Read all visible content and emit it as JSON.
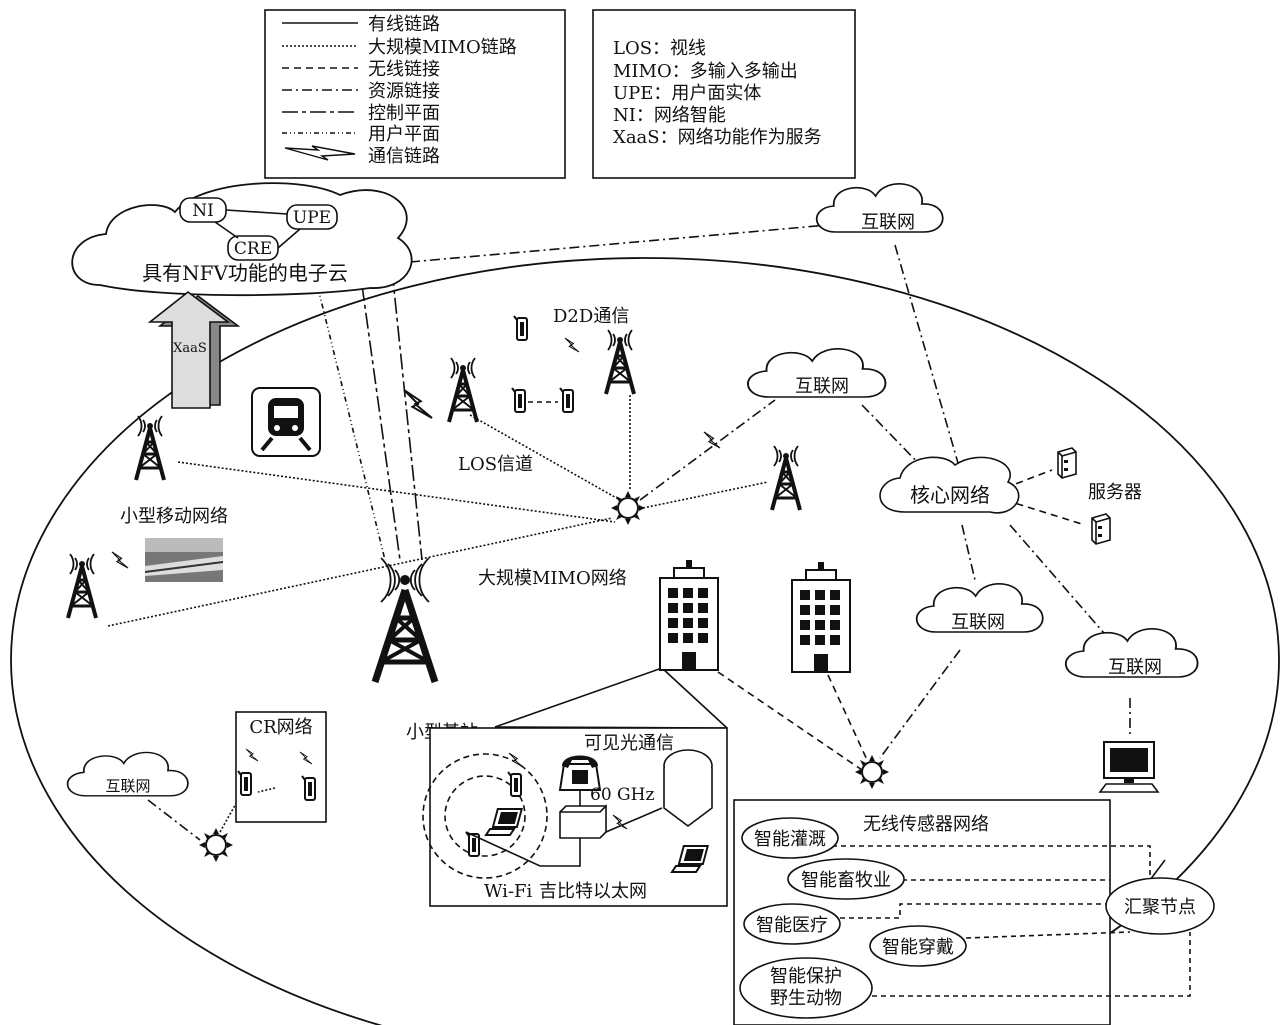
{
  "legend_lines": {
    "wired": "有线链路",
    "massive_mimo": "大规模MIMO链路",
    "wireless": "无线链接",
    "resource": "资源链接",
    "control": "控制平面",
    "user": "用户平面",
    "comm": "通信链路"
  },
  "abbreviations": [
    "LOS：视线",
    "MIMO：多输入多输出",
    "UPE：用户面实体",
    "NI：网络智能",
    "XaaS：网络功能作为服务"
  ],
  "cloud": {
    "ni": "NI",
    "upe": "UPE",
    "cre": "CRE",
    "label": "具有NFV功能的电子云",
    "xaas": "XaaS"
  },
  "labels": {
    "d2d": "D2D通信",
    "los": "LOS信道",
    "small_mobile": "小型移动网络",
    "massive_mimo_net": "大规模MIMO网络",
    "core": "核心网络",
    "server": "服务器",
    "small_bs": "小型基站",
    "cr_net": "CR网络",
    "vlc": "可见光通信",
    "ghz": "60 GHz",
    "wifi": "Wi-Fi",
    "gigabit": "吉比特以太网"
  },
  "internet": {
    "top": "互联网",
    "middle": "互联网",
    "right_mid": "互联网",
    "right": "互联网",
    "left": "互联网"
  },
  "wsn": {
    "title": "无线传感器网络",
    "irrigation": "智能灌溉",
    "livestock": "智能畜牧业",
    "medical": "智能医疗",
    "wearable": "智能穿戴",
    "wildlife_1": "智能保护",
    "wildlife_2": "野生动物",
    "sink": "汇聚节点"
  }
}
